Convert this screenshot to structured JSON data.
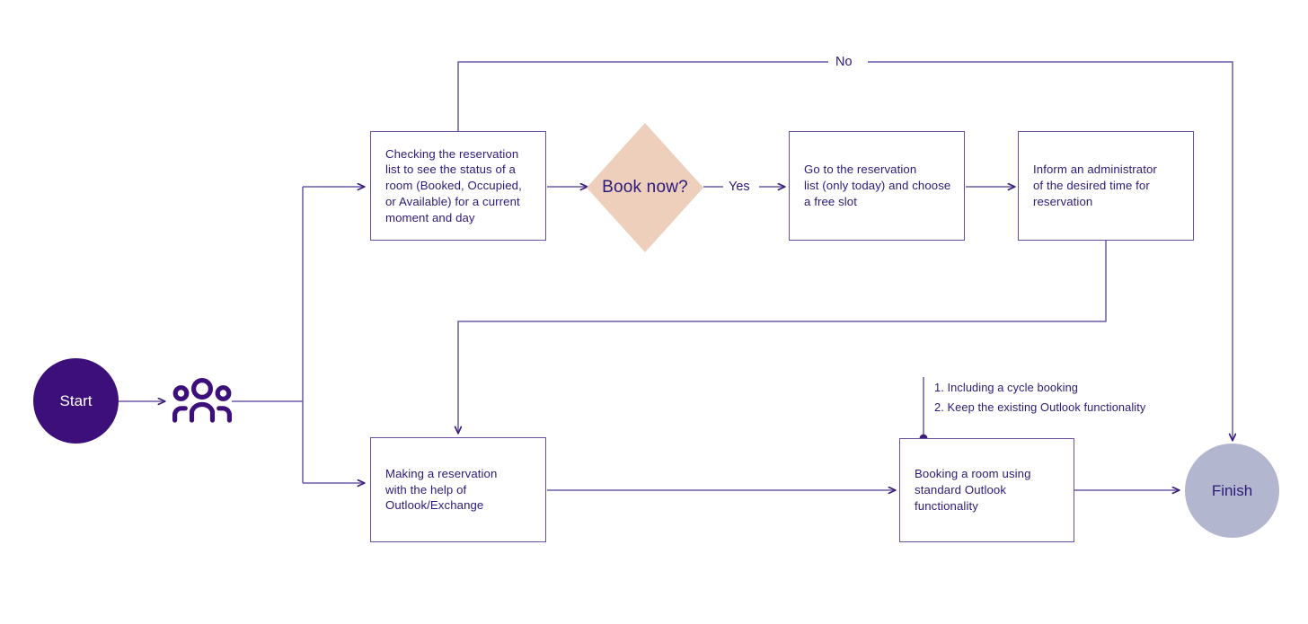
{
  "diagram": {
    "title": "Meeting room reservation process flowchart",
    "colors": {
      "start_fill": "#3d0f7a",
      "finish_fill": "#b3b6cf",
      "decision_fill": "#edcfbc",
      "box_border": "#6b4f9e",
      "text": "#2b1a7a",
      "connector": "#6b5aa8",
      "icon": "#3d0f7a"
    }
  },
  "nodes": {
    "start": {
      "label": "Start"
    },
    "actors_icon": {
      "name": "people-group-icon"
    },
    "check_list": {
      "label": "Checking the reservation\nlist to see the status of a\nroom (Booked, Occupied,\nor Available) for a current\nmoment and day"
    },
    "decision": {
      "label": "Book now?"
    },
    "goto_list": {
      "label": "Go to the reservation\nlist (only today) and choose\na free slot"
    },
    "inform_admin": {
      "label": "Inform an administrator\nof the desired time for\nreservation"
    },
    "making_reservation": {
      "label": "Making a reservation\nwith the help of\nOutlook/Exchange"
    },
    "booking_outlook": {
      "label": "Booking a room using\nstandard Outlook\nfunctionality"
    },
    "finish": {
      "label": "Finish"
    }
  },
  "edge_labels": {
    "yes": "Yes",
    "no": "No"
  },
  "annotation": {
    "text": "1. Including a cycle booking\n2. Keep the existing Outlook functionality"
  }
}
